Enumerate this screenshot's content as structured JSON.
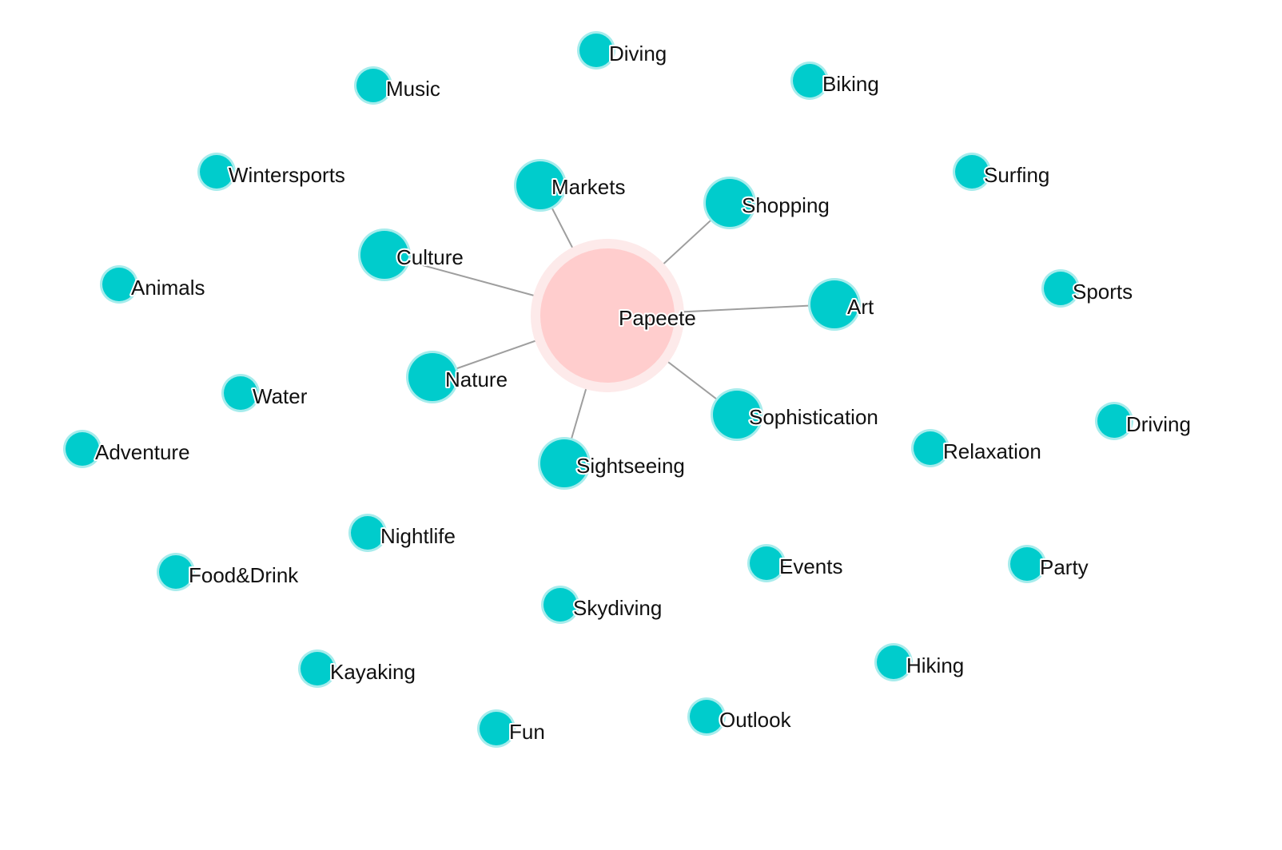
{
  "graph": {
    "center": {
      "id": "papeete",
      "label": "Papeete",
      "color": "#ffcdcd",
      "halo_color": "#fdeaea"
    },
    "node_color": "#00cccc",
    "node_halo_color": "#a6ecec",
    "edge_color": "#9e9e9e",
    "connected": [
      {
        "id": "markets",
        "label": "Markets"
      },
      {
        "id": "shopping",
        "label": "Shopping"
      },
      {
        "id": "culture",
        "label": "Culture"
      },
      {
        "id": "art",
        "label": "Art"
      },
      {
        "id": "nature",
        "label": "Nature"
      },
      {
        "id": "sophistication",
        "label": "Sophistication"
      },
      {
        "id": "sightseeing",
        "label": "Sightseeing"
      }
    ],
    "unconnected": [
      {
        "id": "diving",
        "label": "Diving"
      },
      {
        "id": "music",
        "label": "Music"
      },
      {
        "id": "biking",
        "label": "Biking"
      },
      {
        "id": "wintersports",
        "label": "Wintersports"
      },
      {
        "id": "surfing",
        "label": "Surfing"
      },
      {
        "id": "animals",
        "label": "Animals"
      },
      {
        "id": "sports",
        "label": "Sports"
      },
      {
        "id": "water",
        "label": "Water"
      },
      {
        "id": "driving",
        "label": "Driving"
      },
      {
        "id": "adventure",
        "label": "Adventure"
      },
      {
        "id": "relaxation",
        "label": "Relaxation"
      },
      {
        "id": "nightlife",
        "label": "Nightlife"
      },
      {
        "id": "food-drink",
        "label": "Food&Drink"
      },
      {
        "id": "events",
        "label": "Events"
      },
      {
        "id": "party",
        "label": "Party"
      },
      {
        "id": "skydiving",
        "label": "Skydiving"
      },
      {
        "id": "kayaking",
        "label": "Kayaking"
      },
      {
        "id": "hiking",
        "label": "Hiking"
      },
      {
        "id": "outlook",
        "label": "Outlook"
      },
      {
        "id": "fun",
        "label": "Fun"
      }
    ]
  }
}
